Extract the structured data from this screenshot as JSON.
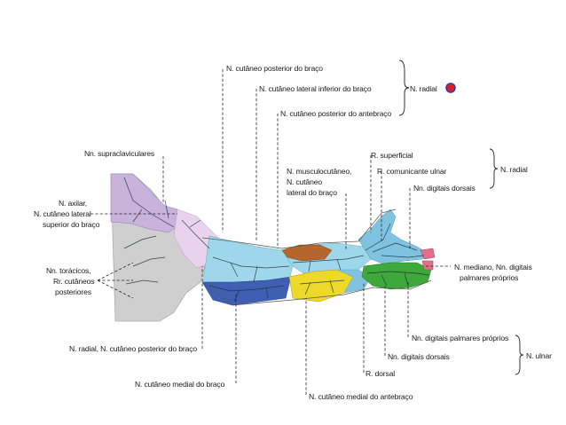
{
  "labels": {
    "posterior_braco": "N. cutâneo posterior do braço",
    "lateral_inferior": "N. cutâneo lateral inferior do braço",
    "posterior_antebraco": "N. cutâneo posterior do antebraço",
    "radial_top": "N. radial",
    "supraclaviculares": "Nn. supraclaviculares",
    "axilar_1": "N. axilar,",
    "axilar_2": "N. cutâneo lateral",
    "axilar_3": "superior do braço",
    "toracicos_1": "Nn. torácicos,",
    "toracicos_2": "Rr. cutâneos",
    "toracicos_3": "posteriores",
    "radial_posterior_braco": "N. radial, N. cutâneo posterior do braço",
    "medial_braco": "N. cutâneo medial do braço",
    "medial_antebraco": "N. cutâneo medial do antebraço",
    "musculo_1": "N. musculocutâneo,",
    "musculo_2": "N. cutâneo",
    "musculo_3": "lateral do braço",
    "r_superficial": "R. superficial",
    "r_comunicante": "R. comunicante ulnar",
    "digitais_dorsais_top": "Nn. digitais dorsais",
    "radial_hand": "N. radial",
    "mediano_1": "N. mediano, Nn. digitais",
    "mediano_2": "palmares próprios",
    "digitais_palmares": "Nn. digitais palmares próprios",
    "digitais_dorsais_bottom": "Nn. digitais dorsais",
    "r_dorsal": "R. dorsal",
    "ulnar": "N. ulnar"
  },
  "colors": {
    "torso": "#cfcfcf",
    "supraclavicular": "#c9b3dd",
    "axillary": "#e9d3ec",
    "light_blue": "#9ed7ea",
    "dark_blue": "#3f5fb3",
    "musculocutaneous": "#b5662c",
    "yellow": "#ecd92a",
    "green": "#3fa83a",
    "fingertip_pink": "#e0708a",
    "marker_red": "#d8202a"
  }
}
